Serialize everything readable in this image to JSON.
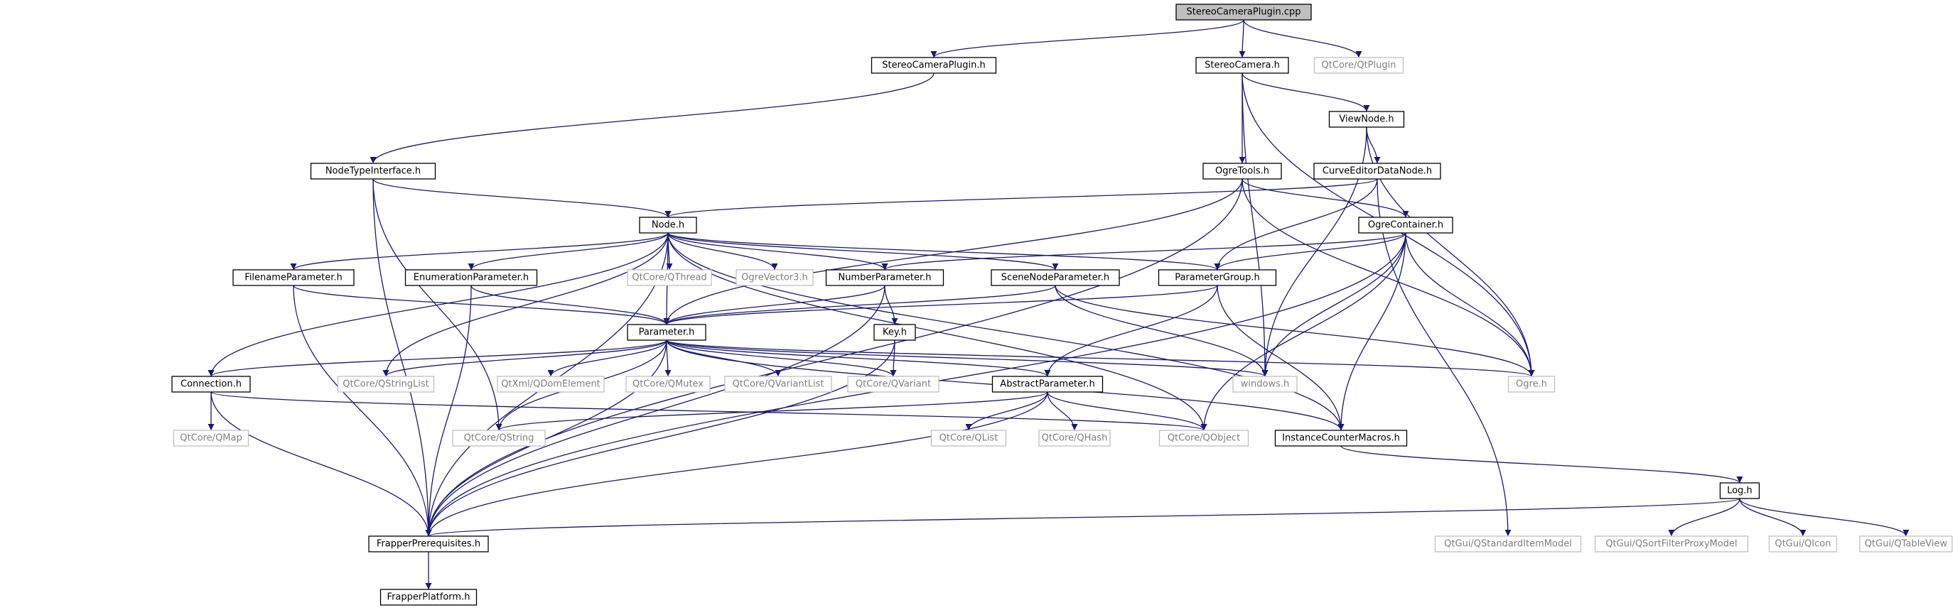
{
  "colors": {
    "edge": "#191970",
    "solid_border": "#000000",
    "faded_border": "#bfbfbf",
    "root_fill": "#bfbfbf",
    "node_fill": "#ffffff",
    "text_solid": "#000000",
    "text_faded": "#7f7f7f"
  },
  "nodes": [
    {
      "id": "root",
      "label": "StereoCameraPlugin.cpp",
      "style": "root"
    },
    {
      "id": "scph",
      "label": "StereoCameraPlugin.h",
      "style": "solid"
    },
    {
      "id": "sch",
      "label": "StereoCamera.h",
      "style": "solid"
    },
    {
      "id": "qtplugin",
      "label": "QtCore/QtPlugin",
      "style": "faded"
    },
    {
      "id": "viewnode",
      "label": "ViewNode.h",
      "style": "solid"
    },
    {
      "id": "nti",
      "label": "NodeTypeInterface.h",
      "style": "solid"
    },
    {
      "id": "ogretools",
      "label": "OgreTools.h",
      "style": "solid"
    },
    {
      "id": "cedn",
      "label": "CurveEditorDataNode.h",
      "style": "solid"
    },
    {
      "id": "node",
      "label": "Node.h",
      "style": "solid"
    },
    {
      "id": "ogrecontainer",
      "label": "OgreContainer.h",
      "style": "solid"
    },
    {
      "id": "filenameparam",
      "label": "FilenameParameter.h",
      "style": "solid"
    },
    {
      "id": "enumparam",
      "label": "EnumerationParameter.h",
      "style": "solid"
    },
    {
      "id": "qthread",
      "label": "QtCore/QThread",
      "style": "faded"
    },
    {
      "id": "ogrevector3",
      "label": "OgreVector3.h",
      "style": "faded"
    },
    {
      "id": "numberparam",
      "label": "NumberParameter.h",
      "style": "solid"
    },
    {
      "id": "scenenodeparam",
      "label": "SceneNodeParameter.h",
      "style": "solid"
    },
    {
      "id": "paramgroup",
      "label": "ParameterGroup.h",
      "style": "solid"
    },
    {
      "id": "keyh",
      "label": "Key.h",
      "style": "solid"
    },
    {
      "id": "parameter",
      "label": "Parameter.h",
      "style": "solid"
    },
    {
      "id": "connection",
      "label": "Connection.h",
      "style": "solid"
    },
    {
      "id": "qstringlist",
      "label": "QtCore/QStringList",
      "style": "faded"
    },
    {
      "id": "qdomelement",
      "label": "QtXml/QDomElement",
      "style": "faded"
    },
    {
      "id": "qmutex",
      "label": "QtCore/QMutex",
      "style": "faded"
    },
    {
      "id": "qvariantlist",
      "label": "QtCore/QVariantList",
      "style": "faded"
    },
    {
      "id": "qvariant",
      "label": "QtCore/QVariant",
      "style": "faded"
    },
    {
      "id": "abstractparam",
      "label": "AbstractParameter.h",
      "style": "solid"
    },
    {
      "id": "windows",
      "label": "windows.h",
      "style": "faded"
    },
    {
      "id": "ogreh",
      "label": "Ogre.h",
      "style": "faded"
    },
    {
      "id": "qmap",
      "label": "QtCore/QMap",
      "style": "faded"
    },
    {
      "id": "qstring",
      "label": "QtCore/QString",
      "style": "faded"
    },
    {
      "id": "qlist",
      "label": "QtCore/QList",
      "style": "faded"
    },
    {
      "id": "qhash",
      "label": "QtCore/QHash",
      "style": "faded"
    },
    {
      "id": "qobject",
      "label": "QtCore/QObject",
      "style": "faded"
    },
    {
      "id": "icm",
      "label": "InstanceCounterMacros.h",
      "style": "solid"
    },
    {
      "id": "log",
      "label": "Log.h",
      "style": "solid"
    },
    {
      "id": "frapperprereq",
      "label": "FrapperPrerequisites.h",
      "style": "solid"
    },
    {
      "id": "qsim",
      "label": "QtGui/QStandardItemModel",
      "style": "faded"
    },
    {
      "id": "qsfpm",
      "label": "QtGui/QSortFilterProxyModel",
      "style": "faded"
    },
    {
      "id": "qicon",
      "label": "QtGui/QIcon",
      "style": "faded"
    },
    {
      "id": "qtableview",
      "label": "QtGui/QTableView",
      "style": "faded"
    },
    {
      "id": "frapperplatform",
      "label": "FrapperPlatform.h",
      "style": "solid"
    }
  ],
  "edges": [
    [
      "root",
      "scph"
    ],
    [
      "root",
      "sch"
    ],
    [
      "root",
      "qtplugin"
    ],
    [
      "scph",
      "nti"
    ],
    [
      "sch",
      "viewnode"
    ],
    [
      "sch",
      "ogretools"
    ],
    [
      "sch",
      "windows"
    ],
    [
      "sch",
      "ogreh"
    ],
    [
      "viewnode",
      "cedn"
    ],
    [
      "viewnode",
      "windows"
    ],
    [
      "viewnode",
      "ogreh"
    ],
    [
      "nti",
      "node"
    ],
    [
      "nti",
      "frapperprereq"
    ],
    [
      "nti",
      "qstring"
    ],
    [
      "ogretools",
      "ogrecontainer"
    ],
    [
      "ogretools",
      "ogreh"
    ],
    [
      "ogretools",
      "parameter"
    ],
    [
      "ogretools",
      "frapperprereq"
    ],
    [
      "cedn",
      "node"
    ],
    [
      "cedn",
      "paramgroup"
    ],
    [
      "cedn",
      "qsim"
    ],
    [
      "node",
      "filenameparam"
    ],
    [
      "node",
      "enumparam"
    ],
    [
      "node",
      "qthread"
    ],
    [
      "node",
      "ogrevector3"
    ],
    [
      "node",
      "numberparam"
    ],
    [
      "node",
      "scenenodeparam"
    ],
    [
      "node",
      "paramgroup"
    ],
    [
      "node",
      "parameter"
    ],
    [
      "node",
      "connection"
    ],
    [
      "node",
      "qstringlist"
    ],
    [
      "node",
      "frapperprereq"
    ],
    [
      "node",
      "qobject"
    ],
    [
      "node",
      "icm"
    ],
    [
      "ogrecontainer",
      "numberparam"
    ],
    [
      "ogrecontainer",
      "paramgroup"
    ],
    [
      "ogrecontainer",
      "windows"
    ],
    [
      "ogrecontainer",
      "ogreh"
    ],
    [
      "ogrecontainer",
      "qobject"
    ],
    [
      "ogrecontainer",
      "icm"
    ],
    [
      "ogrecontainer",
      "frapperprereq"
    ],
    [
      "filenameparam",
      "parameter"
    ],
    [
      "filenameparam",
      "frapperprereq"
    ],
    [
      "enumparam",
      "parameter"
    ],
    [
      "enumparam",
      "frapperprereq"
    ],
    [
      "numberparam",
      "parameter"
    ],
    [
      "numberparam",
      "keyh"
    ],
    [
      "numberparam",
      "frapperprereq"
    ],
    [
      "scenenodeparam",
      "parameter"
    ],
    [
      "scenenodeparam",
      "windows"
    ],
    [
      "scenenodeparam",
      "ogreh"
    ],
    [
      "paramgroup",
      "parameter"
    ],
    [
      "paramgroup",
      "abstractparam"
    ],
    [
      "paramgroup",
      "icm"
    ],
    [
      "keyh",
      "qvariant"
    ],
    [
      "keyh",
      "frapperprereq"
    ],
    [
      "parameter",
      "connection"
    ],
    [
      "parameter",
      "qstringlist"
    ],
    [
      "parameter",
      "qdomelement"
    ],
    [
      "parameter",
      "qmutex"
    ],
    [
      "parameter",
      "qvariantlist"
    ],
    [
      "parameter",
      "qvariant"
    ],
    [
      "parameter",
      "abstractparam"
    ],
    [
      "parameter",
      "windows"
    ],
    [
      "parameter",
      "ogreh"
    ],
    [
      "parameter",
      "qstring"
    ],
    [
      "parameter",
      "icm"
    ],
    [
      "parameter",
      "frapperprereq"
    ],
    [
      "connection",
      "qmap"
    ],
    [
      "connection",
      "qobject"
    ],
    [
      "connection",
      "frapperprereq"
    ],
    [
      "abstractparam",
      "qstring"
    ],
    [
      "abstractparam",
      "qlist"
    ],
    [
      "abstractparam",
      "qhash"
    ],
    [
      "abstractparam",
      "qobject"
    ],
    [
      "abstractparam",
      "frapperprereq"
    ],
    [
      "icm",
      "log"
    ],
    [
      "log",
      "frapperprereq"
    ],
    [
      "log",
      "qsfpm"
    ],
    [
      "log",
      "qicon"
    ],
    [
      "log",
      "qtableview"
    ],
    [
      "frapperprereq",
      "frapperplatform"
    ]
  ]
}
